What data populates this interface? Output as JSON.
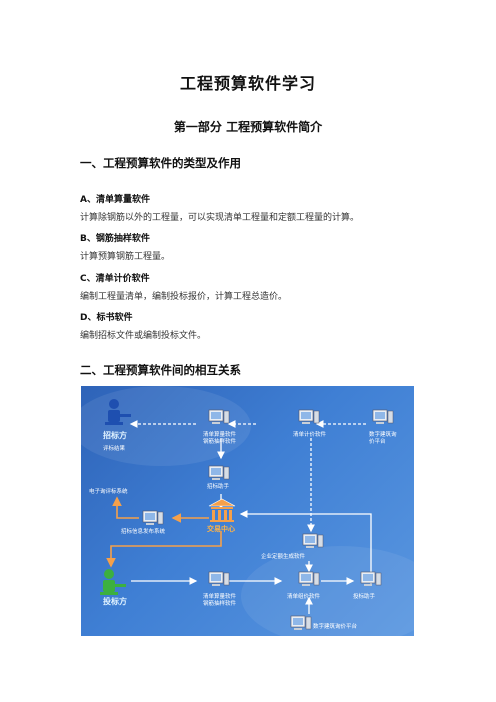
{
  "doc": {
    "title": "工程预算软件学习",
    "part_title": "第一部分  工程预算软件简介",
    "section1": "一、工程预算软件的类型及作用",
    "items": [
      {
        "label": "A、清单算量软件",
        "desc": "计算除钢筋以外的工程量，可以实现清单工程量和定额工程量的计算。"
      },
      {
        "label": "B、钢筋抽样软件",
        "desc": "计算预算钢筋工程量。"
      },
      {
        "label": "C、清单计价软件",
        "desc": "编制工程量清单，编制投标报价，计算工程总造价。"
      },
      {
        "label": "D、标书软件",
        "desc": "编制招标文件或编制投标文件。"
      }
    ],
    "section2": "二、工程预算软件间的相互关系"
  },
  "diagram": {
    "zhaobiao": "招标方",
    "pingbiao": "评标结果",
    "qd_top_1": "清单算量软件",
    "qd_top_2": "钢筋抽样软件",
    "jj_top": "清单计价软件",
    "shuzi_top_1": "数字建筑询",
    "shuzi_top_2": "价平台",
    "zbzs": "招标助手",
    "dianzi": "电子询评标系统",
    "xinxi": "招标信息发布系统",
    "jiaoyi": "交易中心",
    "qiye": "企业定额生成软件",
    "toubiao": "投标方",
    "qd_bot_1": "清单算量软件",
    "qd_bot_2": "钢筋抽样软件",
    "jj_bot": "清单组价软件",
    "tbzs": "投标助手",
    "shuzi_bot": "数字建筑询价平台"
  }
}
